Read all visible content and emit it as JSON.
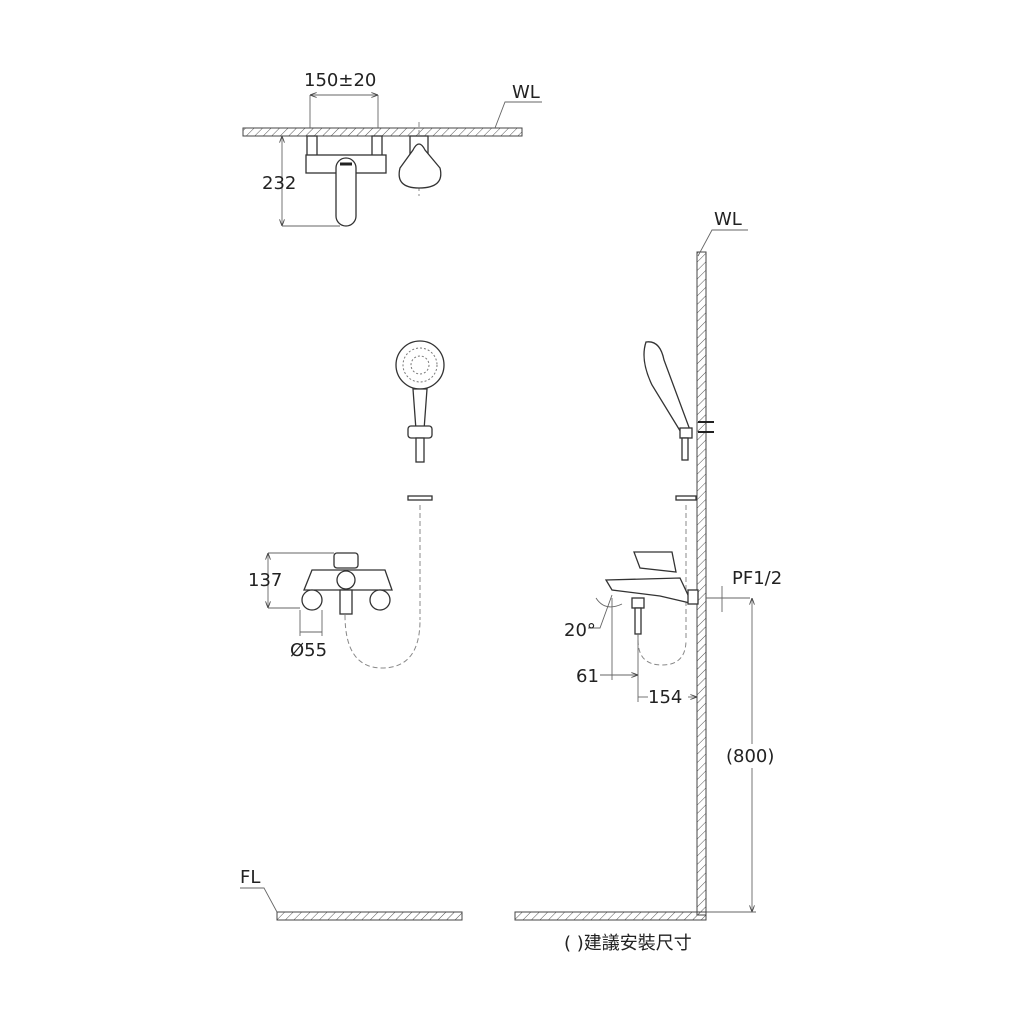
{
  "labels": {
    "top_spacing": "150±20",
    "top_wall": "WL",
    "top_depth": "232",
    "side_wall": "WL",
    "height_137": "137",
    "diameter": "Ø55",
    "pipe_thread": "PF1/2",
    "spout_angle": "20°",
    "dim_61": "61",
    "dim_154": "154",
    "install_height": "(800)",
    "floor": "FL",
    "caption": "( )建議安裝尺寸"
  },
  "colors": {
    "line": "#333333",
    "background": "#ffffff"
  }
}
